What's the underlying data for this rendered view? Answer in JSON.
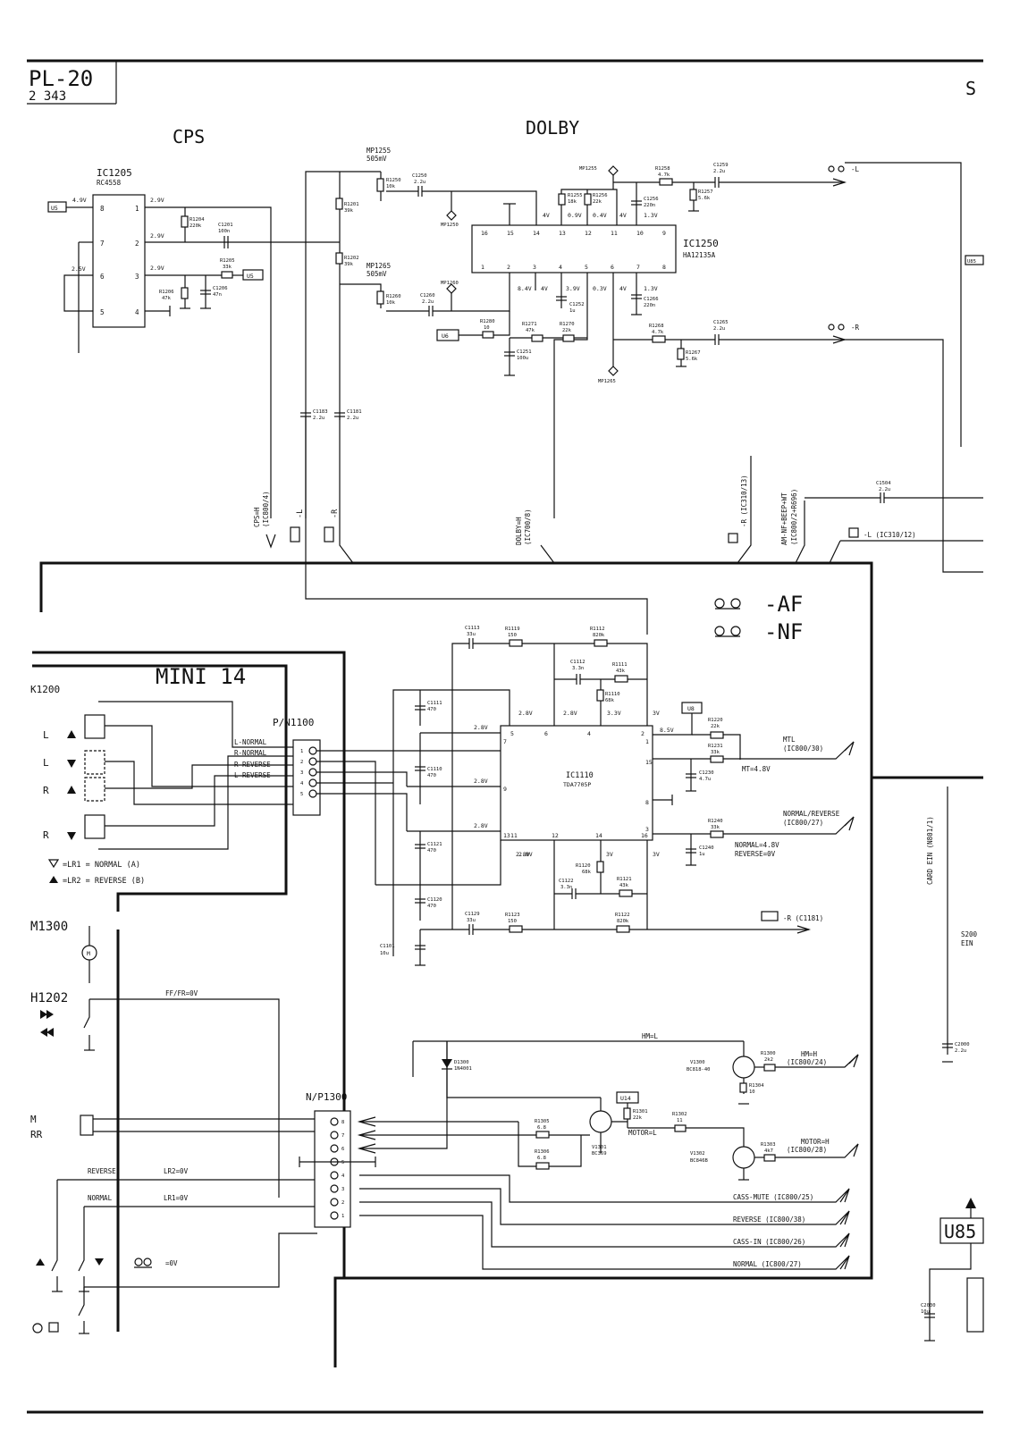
{
  "titleblock": {
    "line1": "PL-20",
    "line2": "2 343"
  },
  "corner_letter": "S",
  "sections": {
    "cps": "CPS",
    "dolby": "DOLBY",
    "mini": "MINI 14"
  },
  "legend": {
    "af": "-AF",
    "nf": "-NF"
  },
  "ics": {
    "ic1205": {
      "name": "IC1205",
      "part": "RC4558",
      "pins": [
        "8",
        "7",
        "6",
        "5",
        "1",
        "2",
        "3",
        "4"
      ]
    },
    "ic1250": {
      "name": "IC1250",
      "part": "HA12135A",
      "top_pins": [
        "16",
        "15",
        "14",
        "13",
        "12",
        "11",
        "10",
        "9"
      ],
      "bottom_pins": [
        "1",
        "2",
        "3",
        "4",
        "5",
        "6",
        "7",
        "8"
      ]
    },
    "ic1110": {
      "name": "IC1110",
      "part": "TDA7705P"
    }
  },
  "ic1110_pins": [
    "5",
    "6",
    "4",
    "2",
    "7",
    "1",
    "15",
    "9",
    "8",
    "13",
    "11",
    "12",
    "14",
    "16",
    "3"
  ],
  "net_tags": {
    "u5": "U5",
    "u6": "U6",
    "u8": "U8",
    "u14": "U14",
    "u85a": "U85",
    "u85b": "U85"
  },
  "voltages": {
    "v49": "4.9V",
    "v29a": "2.9V",
    "v29b": "2.9V",
    "v29c": "2.9V",
    "v25": "2.5V",
    "d4a": "4V",
    "d09": "0.9V",
    "d04": "0.4V",
    "d4b": "4V",
    "d13a": "1.3V",
    "d84": "8.4V",
    "d4c": "4V",
    "d39": "3.9V",
    "d03": "0.3V",
    "d4d": "4V",
    "d13b": "1.3V",
    "m28a": "2.8V",
    "m28b": "2.8V",
    "m33": "3.3V",
    "m3a": "3V",
    "m85": "8.5V",
    "m28c": "2.8V",
    "m28d": "2.8V",
    "m28e": "2.8V",
    "m28f": "2.8V",
    "m28g": "2.8V",
    "m3b": "3V",
    "m3c": "3V"
  },
  "components": {
    "r1204": [
      "R1204",
      "220k"
    ],
    "c1201": [
      "C1201",
      "100n"
    ],
    "r1205": [
      "R1205",
      "33k"
    ],
    "r1206": [
      "R1206",
      "47k"
    ],
    "c1206": [
      "C1206",
      "47n"
    ],
    "mp1255a": [
      "MP1255",
      "505mV"
    ],
    "mp1265a": [
      "MP1265",
      "505mV"
    ],
    "r1250": [
      "R1250",
      "10k"
    ],
    "c1250": [
      "C1250",
      "2.2u"
    ],
    "mp1250": [
      "MP1250",
      ""
    ],
    "r1201": [
      "R1201",
      "39k"
    ],
    "r1202": [
      "R1202",
      "39k"
    ],
    "r1260": [
      "R1260",
      "10k"
    ],
    "c1260": [
      "C1260",
      "2.2u"
    ],
    "mp1260": [
      "MP1260",
      ""
    ],
    "r1255": [
      "R1255",
      "18k"
    ],
    "r1256": [
      "R1256",
      "22k"
    ],
    "c1256": [
      "C1256",
      "220n"
    ],
    "mp1255b": [
      "MP1255",
      ""
    ],
    "r1258": [
      "R1258",
      "4.7k"
    ],
    "r1257": [
      "R1257",
      "5.6k"
    ],
    "c1259": [
      "C1259",
      "2.2u"
    ],
    "c1252": [
      "C1252",
      "1u"
    ],
    "c1266": [
      "C1266",
      "220n"
    ],
    "r1268": [
      "R1268",
      "4.7k"
    ],
    "r1267": [
      "R1267",
      "5.6k"
    ],
    "c1265": [
      "C1265",
      "2.2u"
    ],
    "mp1265b": [
      "MP1265",
      ""
    ],
    "r1280": [
      "R1280",
      "10"
    ],
    "r1271": [
      "R1271",
      "47k"
    ],
    "r1270": [
      "R1270",
      "22k"
    ],
    "c1251": [
      "C1251",
      "100u"
    ],
    "c1183": [
      "C1183",
      "2.2u"
    ],
    "c1181": [
      "C1181",
      "2.2u"
    ],
    "c1504": [
      "C1504",
      "2.2u"
    ],
    "c1113": [
      "C1113",
      "33u"
    ],
    "r1119": [
      "R1119",
      "150"
    ],
    "r1112": [
      "R1112",
      "820k"
    ],
    "c1112": [
      "C1112",
      "3.3n"
    ],
    "r1111": [
      "R1111",
      "43k"
    ],
    "r1110": [
      "R1110",
      "68k"
    ],
    "c1111": [
      "C1111",
      "470"
    ],
    "c1110": [
      "C1110",
      "470"
    ],
    "c1121": [
      "C1121",
      "470"
    ],
    "c1120": [
      "C1120",
      "470"
    ],
    "c1101": [
      "C1101",
      "10u"
    ],
    "r1220": [
      "R1220",
      "22k"
    ],
    "r1231": [
      "R1231",
      "33k"
    ],
    "c1230": [
      "C1230",
      "4.7u"
    ],
    "r1240": [
      "R1240",
      "33k"
    ],
    "c1240": [
      "C1240",
      "1u"
    ],
    "r1120": [
      "R1120",
      "68k"
    ],
    "c1122": [
      "C1122",
      "3.3n"
    ],
    "r1121": [
      "R1121",
      "43k"
    ],
    "c1129": [
      "C1129",
      "33u"
    ],
    "r1123": [
      "R1123",
      "150"
    ],
    "r1122": [
      "R1122",
      "820k"
    ],
    "d1300": [
      "D1300",
      "1N4001"
    ],
    "v1300": [
      "V1300",
      "BC818-40"
    ],
    "r1300": [
      "R1300",
      "2k2"
    ],
    "r1304": [
      "R1304",
      "10"
    ],
    "r1301": [
      "R1301",
      "22k"
    ],
    "r1302": [
      "R1302",
      "11"
    ],
    "r1305": [
      "R1305",
      "6.8"
    ],
    "r1306": [
      "R1306",
      "6.8"
    ],
    "v1301": [
      "V1301",
      "BC369"
    ],
    "v1302": [
      "V1302",
      "BC846B"
    ],
    "r1303": [
      "R1303",
      "4k7"
    ],
    "c2000": [
      "C2000",
      "2.2u"
    ],
    "c2030": [
      "C2030",
      "10u"
    ]
  },
  "signals": {
    "out_l": "-L",
    "out_r": "-R",
    "cps_h": "CPS=H",
    "cps_ic": "(IC800/4)",
    "lab_l": "-L",
    "lab_r": "-R",
    "dolby_h": "DOLBY=H",
    "dolby_ic": "(IC700/8)",
    "r_ic310": "-R (IC310/13)",
    "amnf": "AM-NF+BEEP+WT",
    "amnf_ic": "(IC800/2+R696)",
    "l_ic310": "-L (IC310/12)",
    "mtl": "MTL",
    "mtl_ic": "(IC800/30)",
    "mt48": "MT=4.8V",
    "nr": "NORMAL/REVERSE",
    "nr_ic": "(IC800/27)",
    "n48": "NORMAL=4.8V",
    "r0": "REVERSE=0V",
    "c1181_ref": "-R (C1181)",
    "hm_l": "HM=L",
    "hm_h": "HM=H",
    "hm_ic": "(IC800/24)",
    "motor_l": "MOTOR=L",
    "motor_h": "MOTOR=H",
    "motor_ic": "(IC800/28)",
    "cass_mute": "CASS-MUTE (IC800/25)",
    "reverse_ic": "REVERSE (IC800/38)",
    "cass_in": "CASS-IN (IC800/26)",
    "normal_ic": "NORMAL (IC800/27)",
    "card_ein": "CARD EIN (N801/1)",
    "s200": "S200",
    "ein": "EIN"
  },
  "connectors": {
    "pn1100": "P/N1100",
    "np1300": "N/P1300",
    "pn1100_pins": [
      "1",
      "2",
      "3",
      "4",
      "5"
    ],
    "np1300_pins": [
      "8",
      "7",
      "6",
      "5",
      "4",
      "3",
      "2",
      "1"
    ]
  },
  "deck": {
    "k1200": "K1200",
    "heads": [
      "L",
      "L",
      "R",
      "R"
    ],
    "wires": [
      "L-NORMAL",
      "R-NORMAL",
      "R-REVERSE",
      "L-REVERSE"
    ],
    "note_a": "=LR1 = NORMAL (A)",
    "note_b": "=LR2 = REVERSE (B)",
    "m1300": "M1300",
    "motor_sym": "M",
    "h1202": "H1202",
    "ff_fr": "FF/FR=0V",
    "m": "M",
    "rr": "RR",
    "reverse": "REVERSE",
    "lr2": "LR2=0V",
    "normal": "NORMAL",
    "lr1": "LR1=0V",
    "zero_v": "=0V"
  }
}
